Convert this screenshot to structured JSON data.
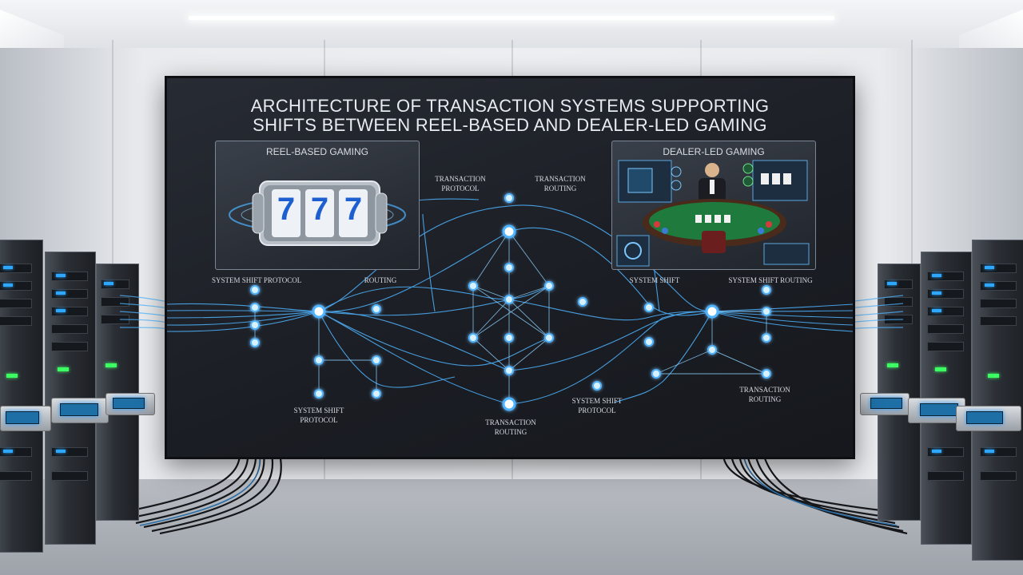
{
  "poster": {
    "title_line1": "ARCHITECTURE OF TRANSACTION SYSTEMS SUPPORTING",
    "title_line2": "SHIFTS BETWEEN REEL-BASED AND DEALER-LED GAMING"
  },
  "panels": {
    "reel": {
      "title": "REEL-BASED GAMING",
      "reel_symbol": "7"
    },
    "dealer": {
      "title": "DEALER-LED GAMING"
    }
  },
  "labels": {
    "transaction_protocol": "TRANSACTION PROTOCOL",
    "transaction_routing_top": "TRANSACTION ROUTING",
    "system_shift_protocol_left": "SYSTEM SHIFT PROTOCOL",
    "routing": "ROUTING",
    "system_shift": "SYSTEM SHIFT",
    "system_shift_routing": "SYSTEM SHIFT ROUTING",
    "system_shift_protocol_low": "SYSTEM SHIFT PROTOCOL",
    "transaction_routing_center": "TRANSACTION ROUTING",
    "system_shift_protocol_mid": "SYSTEM SHIFT PROTOCOL",
    "transaction_routing_right": "TRANSACTION ROUTING"
  },
  "colors": {
    "network_glow": "#4fb4ff",
    "node_core": "#e6f6ff",
    "felt_green": "#1f7a3e",
    "server_led_blue": "#2ea8ff",
    "server_led_green": "#3dff63"
  }
}
